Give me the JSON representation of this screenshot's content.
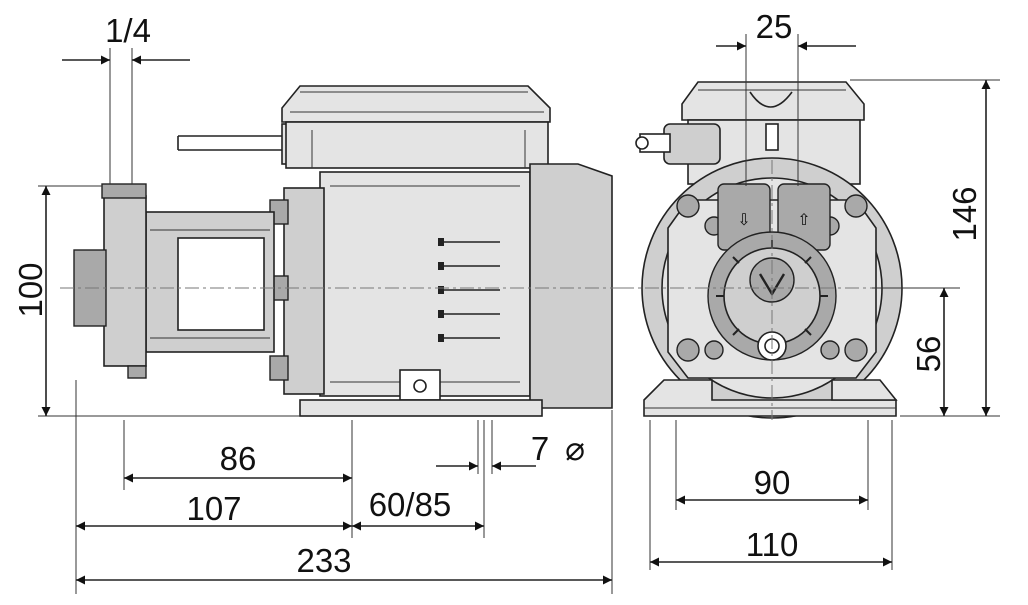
{
  "dimensions": {
    "port_thread": "1/4",
    "side_height": "100",
    "inlet_to_foot": "86",
    "inlet_to_base": "107",
    "base_slot": "60/85",
    "total_length": "233",
    "bolt_hole": "7",
    "bolt_hole_symbol": "⌀",
    "port_spacing": "25",
    "total_height": "146",
    "axis_height": "56",
    "foot_holes": "90",
    "base_width": "110"
  },
  "icons": [
    "inlet-arrow-icon",
    "outlet-arrow-icon",
    "brand-logo-icon"
  ]
}
